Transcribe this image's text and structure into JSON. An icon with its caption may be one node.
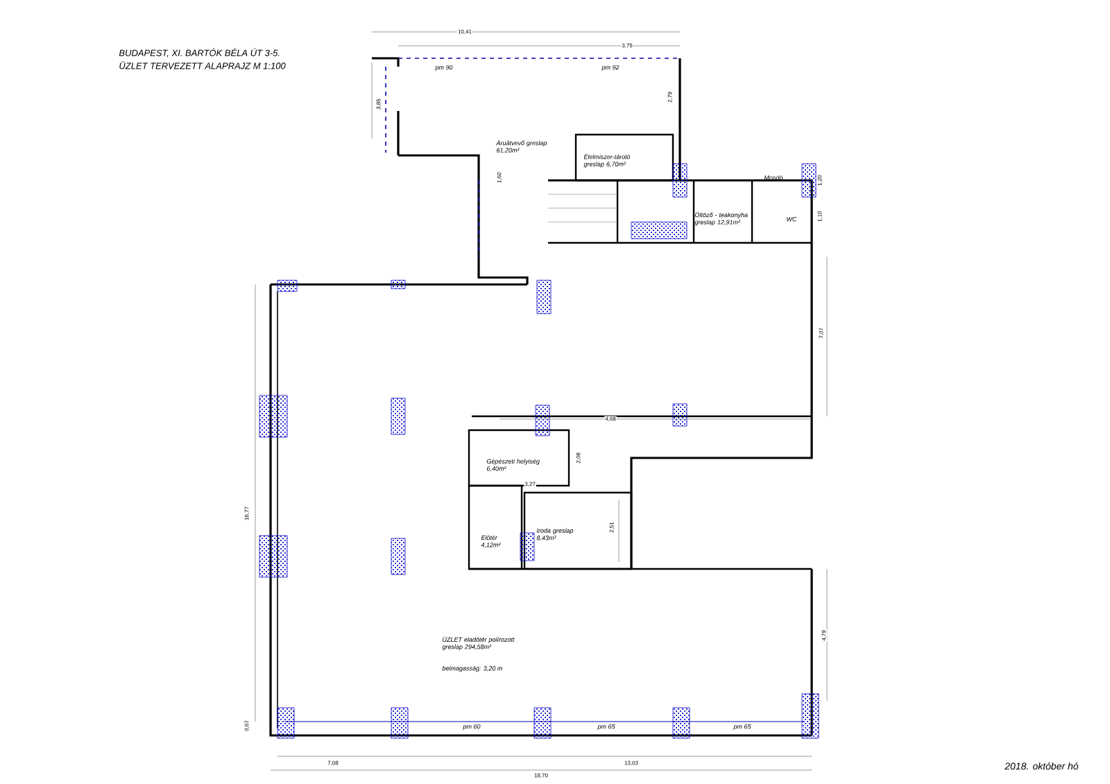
{
  "diagram": {
    "labels": [
      "BUDAPEST, XI. BARTÓK BÉLA ÚT 3-5.",
      "ÜZLET TERVEZETT ALAPRAJZ   M 1:100",
      "10,41",
      "pm 90",
      "pm 92",
      "3,75",
      "3,85",
      "Áruátvevő greslap 61,20m²",
      "Élelmiszer-tároló greslap 6,70m²",
      "2,79",
      "1,60",
      "Öltöző - teakonyha greslap 12,91m²",
      "Mosdó",
      "WC",
      "1,20",
      "1,10",
      "7,07",
      "4,68",
      "Gépészeti helyiség 6,40m²",
      "3,27",
      "2,08",
      "Előtér 4,12m²",
      "Iroda greslap 8,43m²",
      "2,51",
      "16,77",
      "ÜZLET eladótér polírozott greslap 294,58m²",
      "belmagasság: 3,20 m",
      "4,79",
      "pm 60",
      "pm 65",
      "pm 65",
      "0,67",
      "7,08",
      "13,03",
      "18,70",
      "2018. október hó"
    ]
  }
}
